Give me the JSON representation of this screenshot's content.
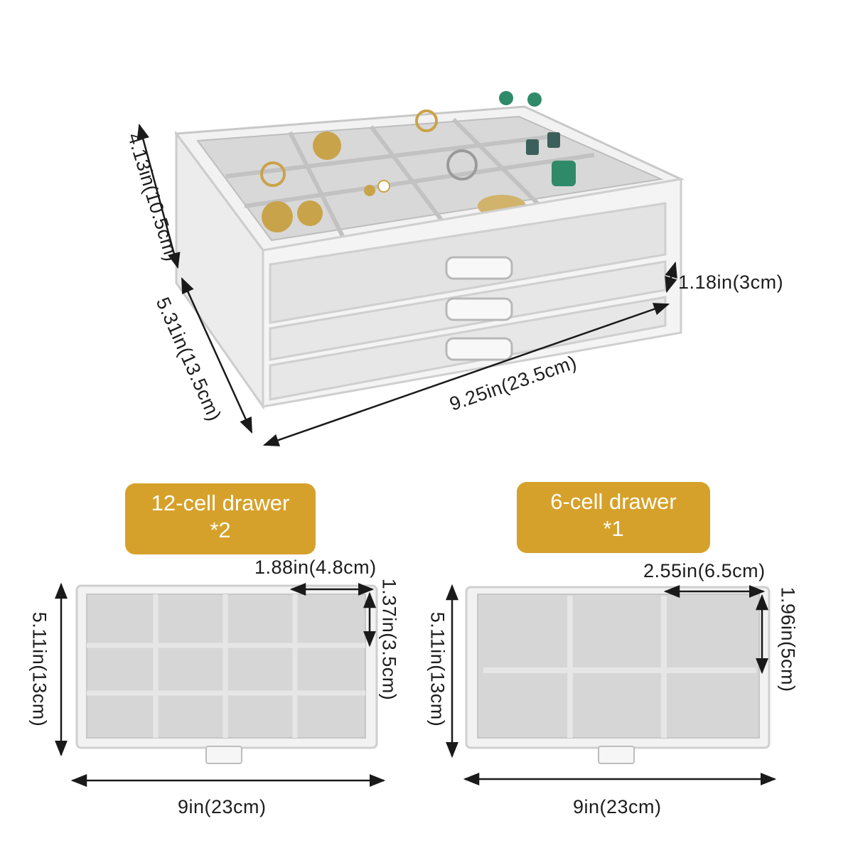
{
  "product": {
    "height": "4.13in(10.5cm)",
    "depth": "5.31in(13.5cm)",
    "width": "9.25in(23.5cm)",
    "drawer_height": "1.18in(3cm)"
  },
  "drawer_12": {
    "title": "12-cell drawer",
    "count": "*2",
    "cell_width": "1.88in(4.8cm)",
    "cell_height": "1.37in(3.5cm)",
    "depth": "5.11in(13cm)",
    "width": "9in(23cm)"
  },
  "drawer_6": {
    "title": "6-cell drawer",
    "count": "*1",
    "cell_width": "2.55in(6.5cm)",
    "cell_height": "1.96in(5cm)",
    "depth": "5.11in(13cm)",
    "width": "9in(23cm)"
  },
  "colors": {
    "accent": "#d6a12a",
    "velvet": "#d9d9d9",
    "acrylic": "#eeeeee"
  }
}
